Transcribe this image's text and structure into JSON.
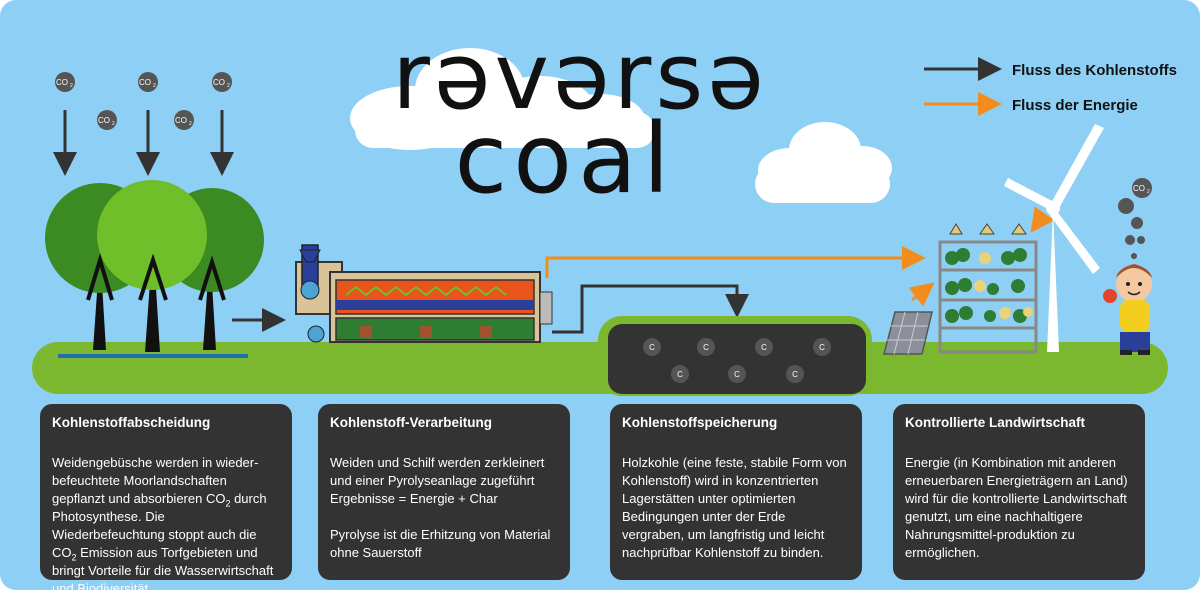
{
  "logo": {
    "line1": "rəvərsə",
    "line2": "coal"
  },
  "legend": {
    "items": [
      {
        "label": "Fluss des Kohlenstoffs",
        "color": "#333333"
      },
      {
        "label": "Fluss der Energie",
        "color": "#f28c1f"
      }
    ]
  },
  "labels": {
    "co2": "CO",
    "co2_sub": "2",
    "carbon": "C"
  },
  "colors": {
    "sky": "#8ed0f5",
    "ground": "#7cb82f",
    "box": "#333333",
    "energy": "#f28c1f",
    "carbon_flow": "#333333"
  },
  "boxes": [
    {
      "title": "Kohlenstoffabscheidung",
      "text_a": "Weidengebüsche werden in wieder-befeuchtete Moorlandschaften gepflanzt und absorbieren CO",
      "sub_1": "2",
      "text_b": " durch Photosynthese. Die Wiederbefeuchtung stoppt auch die CO",
      "sub_2": "2",
      "text_c": " Emission aus Torfgebieten und bringt Vorteile für die Wasserwirtschaft und Biodiversität."
    },
    {
      "title": "Kohlenstoff-Verarbeitung",
      "para1": "Weiden und Schilf werden zerkleinert und einer Pyrolyseanlage zugeführt Ergebnisse = Energie + Char",
      "para2": "Pyrolyse ist die Erhitzung von Material ohne Sauerstoff"
    },
    {
      "title": "Kohlenstoffspeicherung",
      "para1": "Holzkohle (eine feste, stabile Form von Kohlenstoff) wird in konzentrierten Lagerstätten unter optimierten Bedingungen unter der Erde vergraben, um langfristig und leicht nachprüfbar Kohlenstoff zu binden."
    },
    {
      "title": "Kontrollierte Landwirtschaft",
      "para1": "Energie (in Kombination mit anderen erneuerbaren Energieträgern an Land) wird für die kontrollierte Landwirtschaft genutzt, um eine nachhaltigere Nahrungsmittel-produktion zu ermöglichen."
    }
  ]
}
